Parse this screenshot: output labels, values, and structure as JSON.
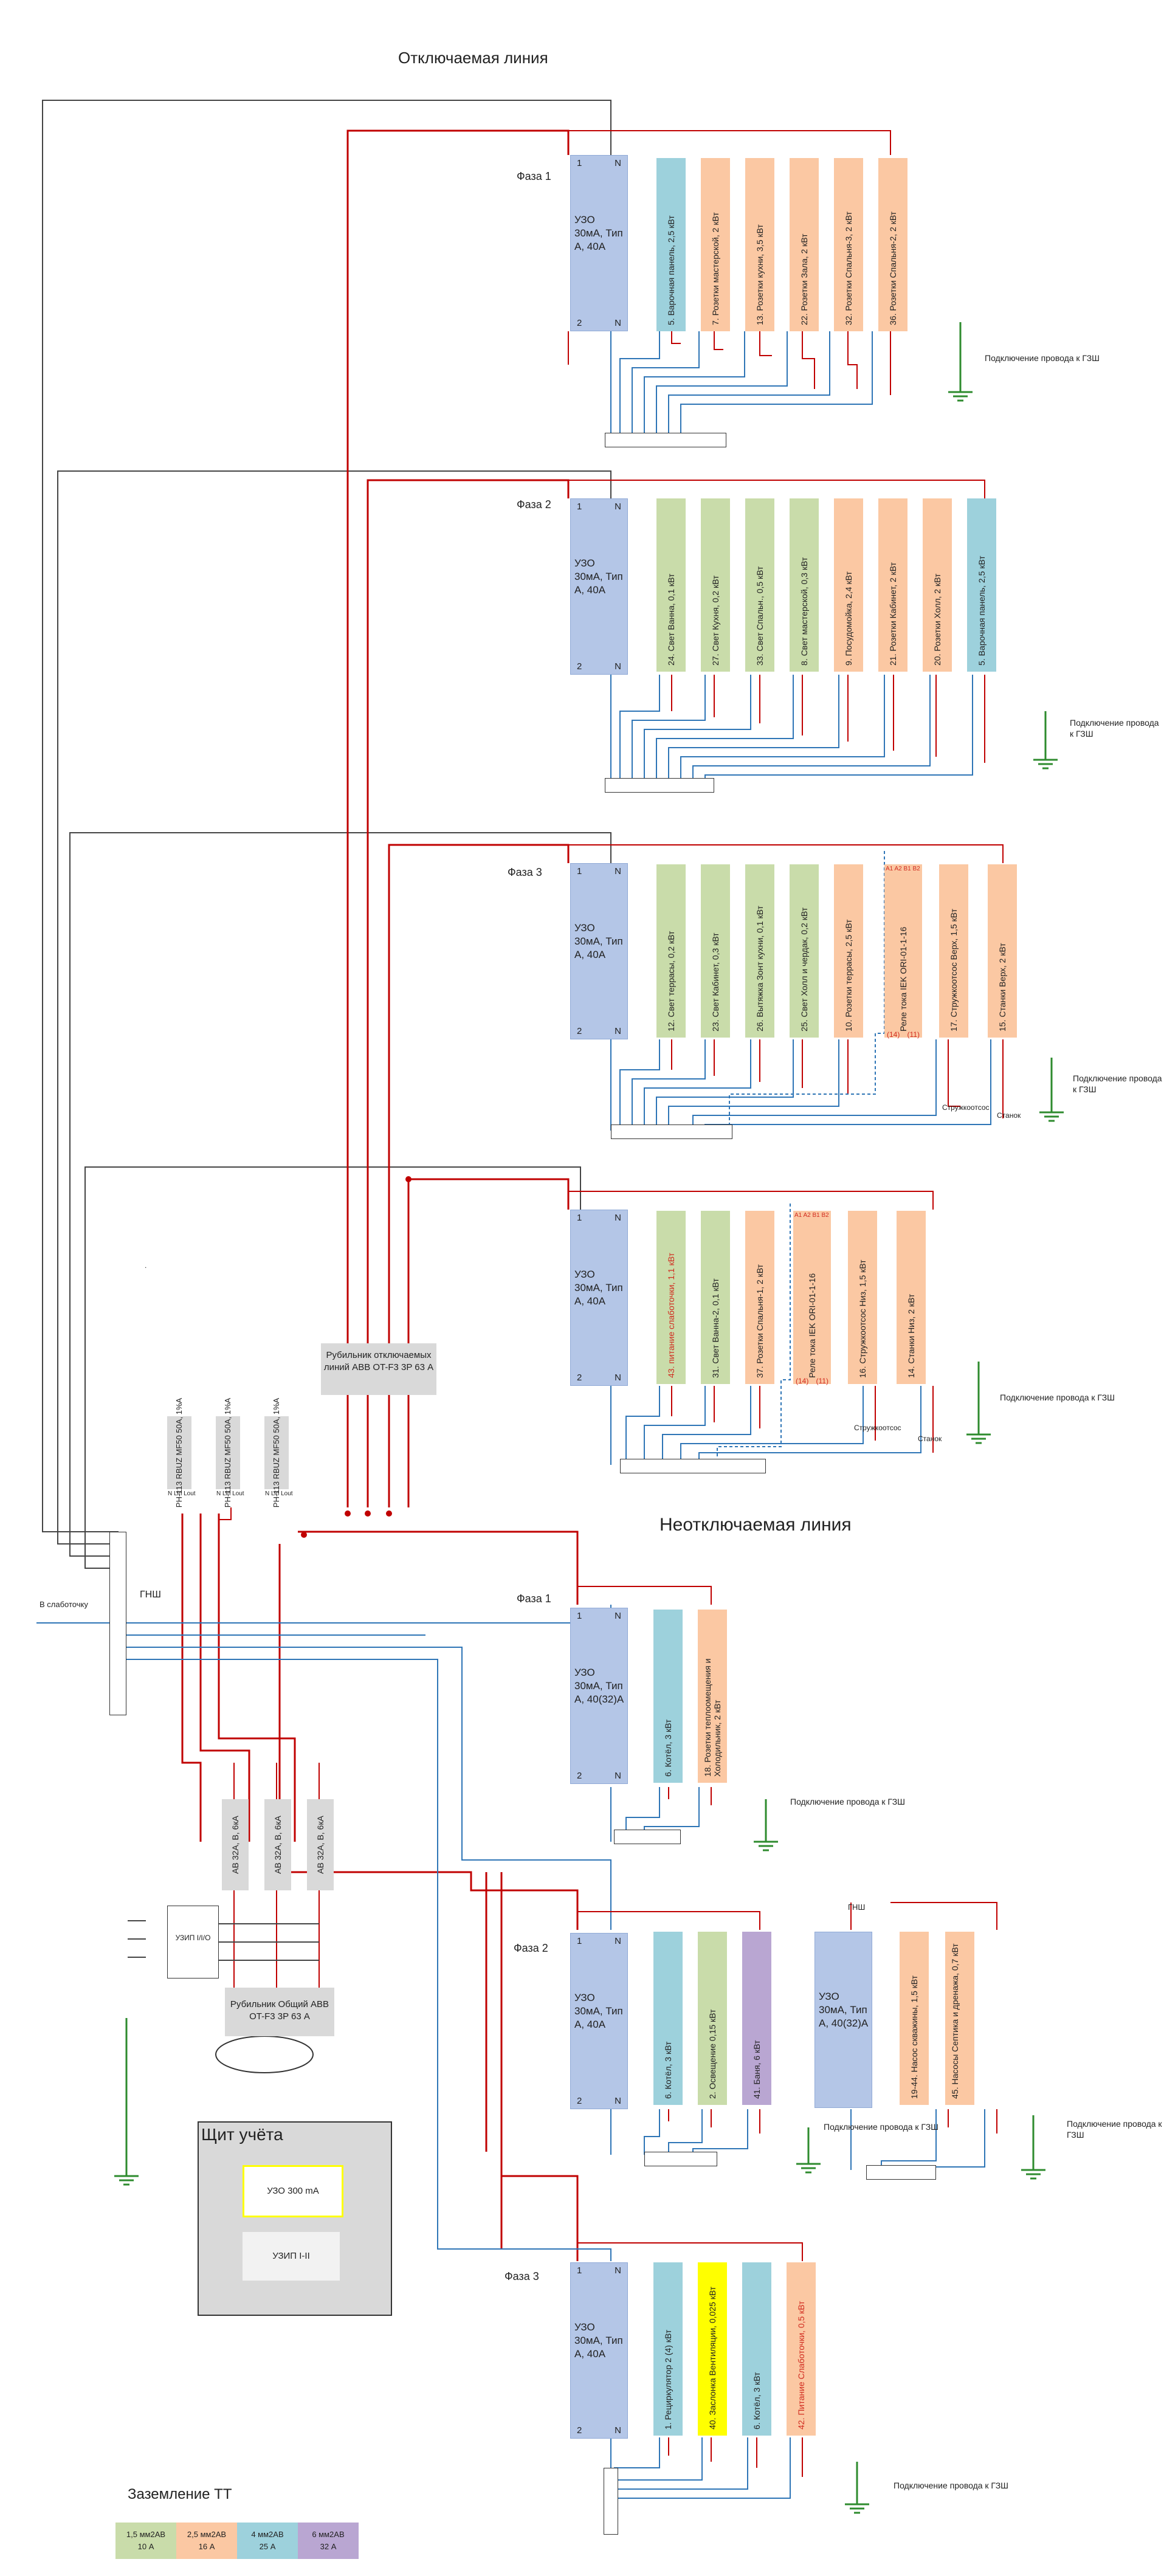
{
  "titles": {
    "switched": "Отключаемая линия",
    "unswitched": "Неотключаемая линия",
    "grounding": "Заземление ТТ"
  },
  "labels": {
    "phase1": "Фаза 1",
    "phase2": "Фаза 2",
    "phase3": "Фаза 3",
    "uzo_standard": "УЗО 30мА, Тип А, 40А",
    "uzo_40_32": "УЗО 30мА, Тип А, 40(32)А",
    "pin_1": "1",
    "pin_2": "2",
    "pin_n": "N",
    "ground_note": "Подключение провода к ГЗШ",
    "gnsh": "ГНШ",
    "to_lowcurrent": "В слаботочку",
    "zhod": "Стружкоотсос",
    "stanok": "Станок",
    "relay_contacts_top": "A1 A2  B1 B2",
    "relay_14": "(14)",
    "relay_11": "(11)",
    "dot": "."
  },
  "switched": {
    "phase1": [
      "5. Варочная панель, 2,5 кВт",
      "7. Розетки мастерской, 2 кВт",
      "13. Розетки кухни, 3,5 кВт",
      "22. Розетки Зала, 2 кВт",
      "32. Розетки Спальня-3, 2 кВт",
      "36. Розетки Спальня-2, 2 кВт"
    ],
    "phase2": [
      "24. Свет Ванна, 0,1 кВт",
      "27. Свет Кухня, 0,2 кВт",
      "33. Свет Спальн., 0,5 кВт",
      "8. Свет мастерской, 0,3 кВт",
      "9. Посудомойка, 2,4 кВт",
      "21. Розетки Кабинет, 2 кВт",
      "20. Розетки Холл, 2 кВт",
      "5. Варочная панель, 2,5 кВт"
    ],
    "phase3": [
      "12. Свет террасы, 0,2 кВт",
      "23. Свет Кабинет, 0,3 кВт",
      "26. Вытяжка Зонт кухни, 0,1 кВт",
      "25. Свет Холл и чердак, 0,2 кВт",
      "10. Розетки террасы, 2,5 кВт",
      "Реле тока IEK ORI-01-1-16",
      "17. Стружкоотсос Верх, 1,5 кВт",
      "15. Станки Верх, 2 кВт"
    ],
    "phase4": [
      "43. питание слаботочки, 1,1 кВт",
      "31. Свет Ванна-2, 0,1 кВт",
      "37. Розетки Спальня-1, 2 кВт",
      "Реле тока IEK ORI-01-1-16",
      "16. Стружкоотсос Низ, 1,5 кВт",
      "14. Станки Низ, 2 кВт"
    ]
  },
  "unswitched": {
    "phase1": [
      "6. Котёл, 3 кВт",
      "18. Розетки теплоомещения и Холодильник, 2 кВт"
    ],
    "phase2a": [
      "6. Котёл, 3 кВт",
      "2. Освещение 0,15 кВт",
      "41. Баня, 6 кВт"
    ],
    "phase2b": [
      "19-44. Насос скважины, 1,5 кВт",
      "45. Насосы Септика и дренажа, 0,7 кВт"
    ],
    "phase3": [
      "1. Рециркулятор 2 (4) кВт",
      "40. Заслонка Вентиляции, 0,025 кВт",
      "6. Котёл, 3 кВт",
      "42. Питание Слаботочки, 0,5 кВт"
    ]
  },
  "panel": {
    "breaker_main": "Рубильник отключаемых линий ABB OT-F3 3P 63 А",
    "breaker_common": "Рубильник Общий ABB OT-F3 3P 63 А",
    "relays": [
      "РН-113 RBUZ MF50 50А, 1%А",
      "РН-113 RBUZ MF50 50А, 1%А",
      "РН-113 RBUZ MF50 50А, 1%А"
    ],
    "relay_terms": "N  Lin  Lout",
    "ab": [
      "АВ 32А, В, 6кА",
      "АВ 32А, В, 6кА",
      "АВ 32А, В, 6кА"
    ],
    "uzip": "УЗИП I/I/O",
    "meter_title": "Щит учёта",
    "meter_uzo": "УЗО 300 mA",
    "meter_uzip": "УЗИП I-II"
  },
  "legend": [
    {
      "l1": "1,5 мм2АВ",
      "l2": "10 А",
      "color": "#c9dcaa"
    },
    {
      "l1": "2,5 мм2АВ",
      "l2": "16 А",
      "color": "#fbc8a3"
    },
    {
      "l1": "4 мм2АВ",
      "l2": "25 А",
      "color": "#9dd1dc"
    },
    {
      "l1": "6 мм2АВ",
      "l2": "32 А",
      "color": "#b9a6d2"
    }
  ]
}
